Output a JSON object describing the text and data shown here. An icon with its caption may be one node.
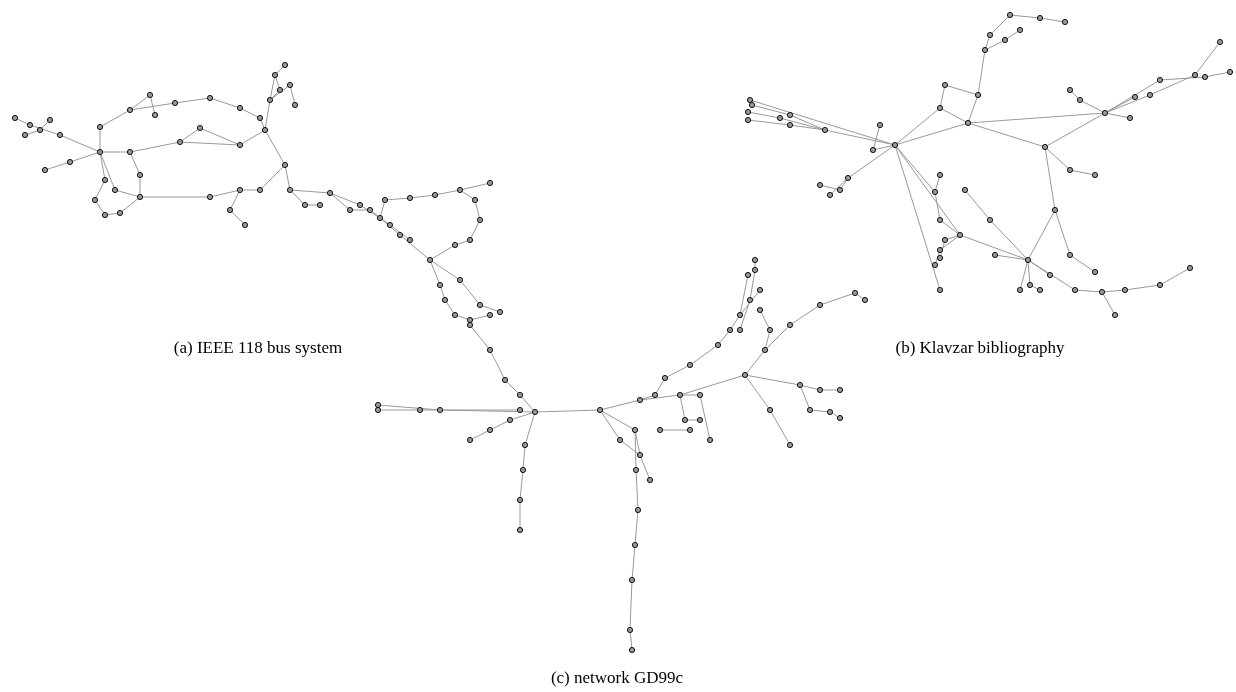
{
  "diagram": {
    "labels": [
      "(a) IEEE 118 bus system",
      "(b) Klavzar bibliography",
      "(c) network GD99c"
    ]
  }
}
